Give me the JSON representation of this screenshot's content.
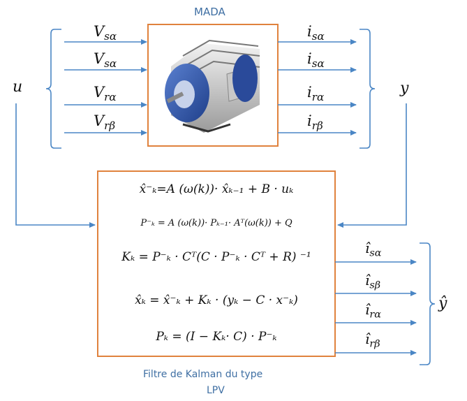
{
  "title_top": "MADA",
  "inputs": [
    {
      "main": "V",
      "sub": "sα"
    },
    {
      "main": "V",
      "sub": "sα"
    },
    {
      "main": "V",
      "sub": "rα"
    },
    {
      "main": "V",
      "sub": "rβ"
    }
  ],
  "outputs": [
    {
      "main": "i",
      "sub": "sα"
    },
    {
      "main": "i",
      "sub": "sα"
    },
    {
      "main": "i",
      "sub": "rα"
    },
    {
      "main": "i",
      "sub": "rβ"
    }
  ],
  "estimates": [
    {
      "main": "î",
      "sub": "sα"
    },
    {
      "main": "î",
      "sub": "sβ"
    },
    {
      "main": "î",
      "sub": "rα"
    },
    {
      "main": "î",
      "sub": "rβ"
    }
  ],
  "u_label": "u",
  "y_label": "y",
  "yhat_label": "ŷ",
  "equations": [
    "x̂⁻ₖ=A (ω(k))· x̂ₖ₋₁ + B · uₖ",
    "P⁻ₖ = A (ω(k))· Pₖ₋₁· Aᵀ(ω(k)) + Q",
    "Kₖ = P⁻ₖ · Cᵀ(C · P⁻ₖ · Cᵀ + R) ⁻¹",
    "x̂ₖ = x̂⁻ₖ + Kₖ · (yₖ − C · x⁻ₖ)",
    "Pₖ = (I − Kₖ· C) · P⁻ₖ"
  ],
  "caption_line1": "Filtre de Kalman du type",
  "caption_line2": "LPV",
  "colors": {
    "arrow": "#4a86c5",
    "box": "#e0823d",
    "text_blue": "#3f6fa3",
    "motor_blue": "#2f56a8"
  }
}
